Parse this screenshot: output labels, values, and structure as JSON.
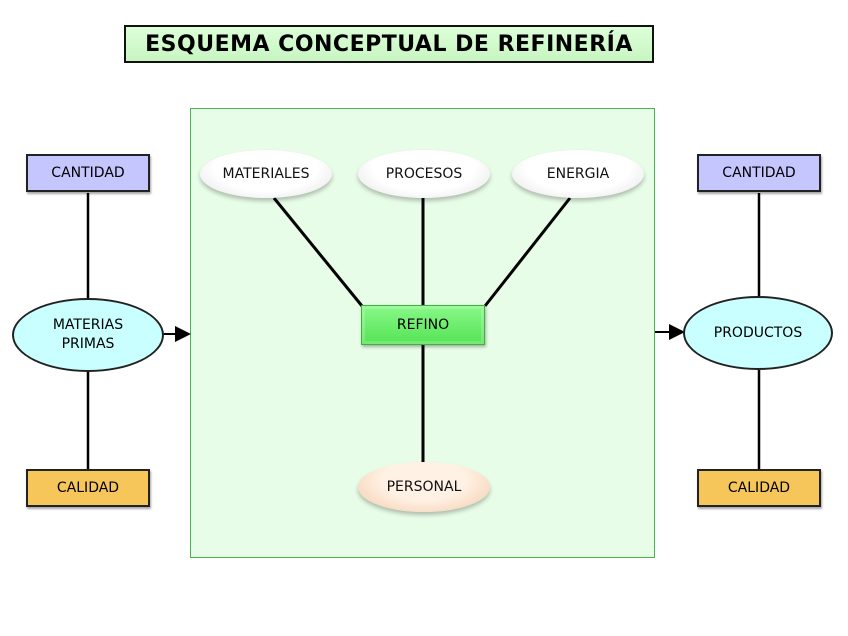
{
  "title": "ESQUEMA CONCEPTUAL DE REFINERÍA",
  "left": {
    "top_box": "CANTIDAD",
    "ellipse_line1": "MATERIAS",
    "ellipse_line2": "PRIMAS",
    "bottom_box": "CALIDAD"
  },
  "center": {
    "inputs": [
      "MATERIALES",
      "PROCESOS",
      "ENERGIA"
    ],
    "core": "REFINO",
    "bottom": "PERSONAL"
  },
  "right": {
    "top_box": "CANTIDAD",
    "ellipse": "PRODUCTOS",
    "bottom_box": "CALIDAD"
  },
  "colors": {
    "title_bg": "#c8f5c2",
    "panel_bg": "#e8fde8",
    "quantity": "#c6c6ff",
    "quality": "#f7c65a",
    "ellipse": "#c9ffff",
    "refino": "#66ee66"
  }
}
